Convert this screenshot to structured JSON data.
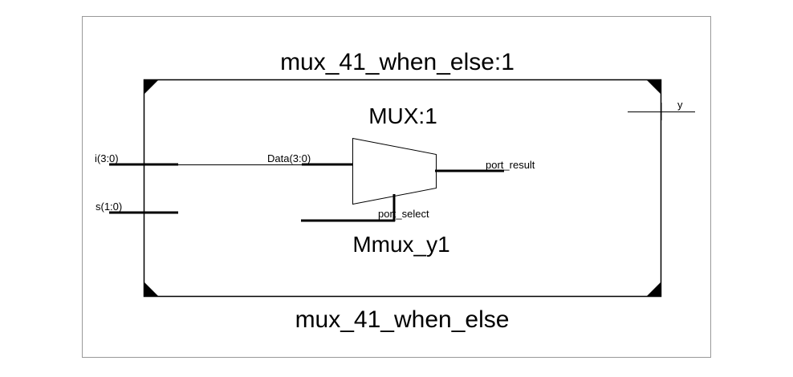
{
  "diagram": {
    "top_module_instance": "mux_41_when_else:1",
    "top_module_name": "mux_41_when_else",
    "mux": {
      "instance_label": "MUX:1",
      "cell_name": "Mmux_y1",
      "data_pin": "Data(3:0)",
      "result_pin": "port_result",
      "select_pin": "port_select"
    },
    "ports": {
      "input_i": "i(3:0)",
      "input_s": "s(1:0)",
      "output_y": "y"
    },
    "colors": {
      "line": "#000000",
      "frame": "#999999",
      "background": "#ffffff"
    }
  }
}
